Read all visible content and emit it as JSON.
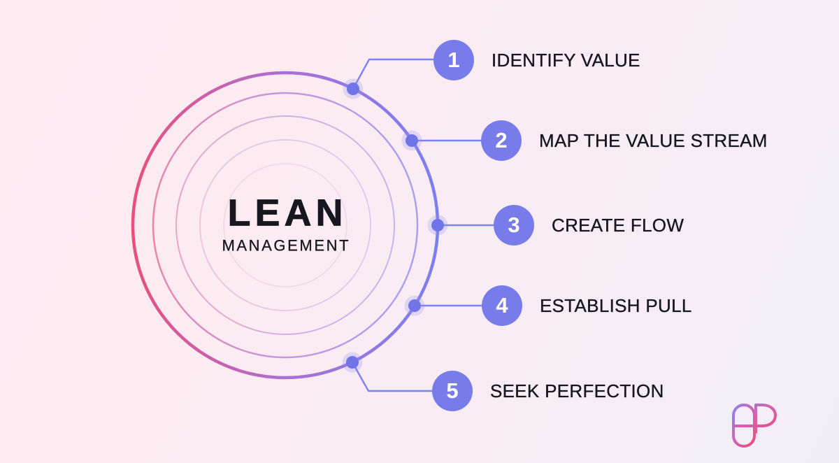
{
  "center": {
    "title": "LEAN",
    "subtitle": "MANAGEMENT"
  },
  "steps": [
    {
      "number": "1",
      "label": "IDENTIFY VALUE"
    },
    {
      "number": "2",
      "label": "MAP THE VALUE STREAM"
    },
    {
      "number": "3",
      "label": "CREATE FLOW"
    },
    {
      "number": "4",
      "label": "ESTABLISH PULL"
    },
    {
      "number": "5",
      "label": "SEEK PERFECTION"
    }
  ],
  "colors": {
    "background_start": "#FDEBF1",
    "background_end": "#F2EEF8",
    "ring_gradient_left_pink": "#E9507C",
    "ring_gradient_mid_purple": "#AA70D4",
    "ring_gradient_right_periwinkle": "#7B7FF1",
    "badge_fill": "#787CEA",
    "badge_number": "#FFFFFF",
    "connector_line": "#7E82ED",
    "connector_dot": "#7174E7",
    "label_text": "#17171F",
    "logo_gradient_top": "#8A82F2",
    "logo_gradient_bottom": "#EF4A7C"
  }
}
